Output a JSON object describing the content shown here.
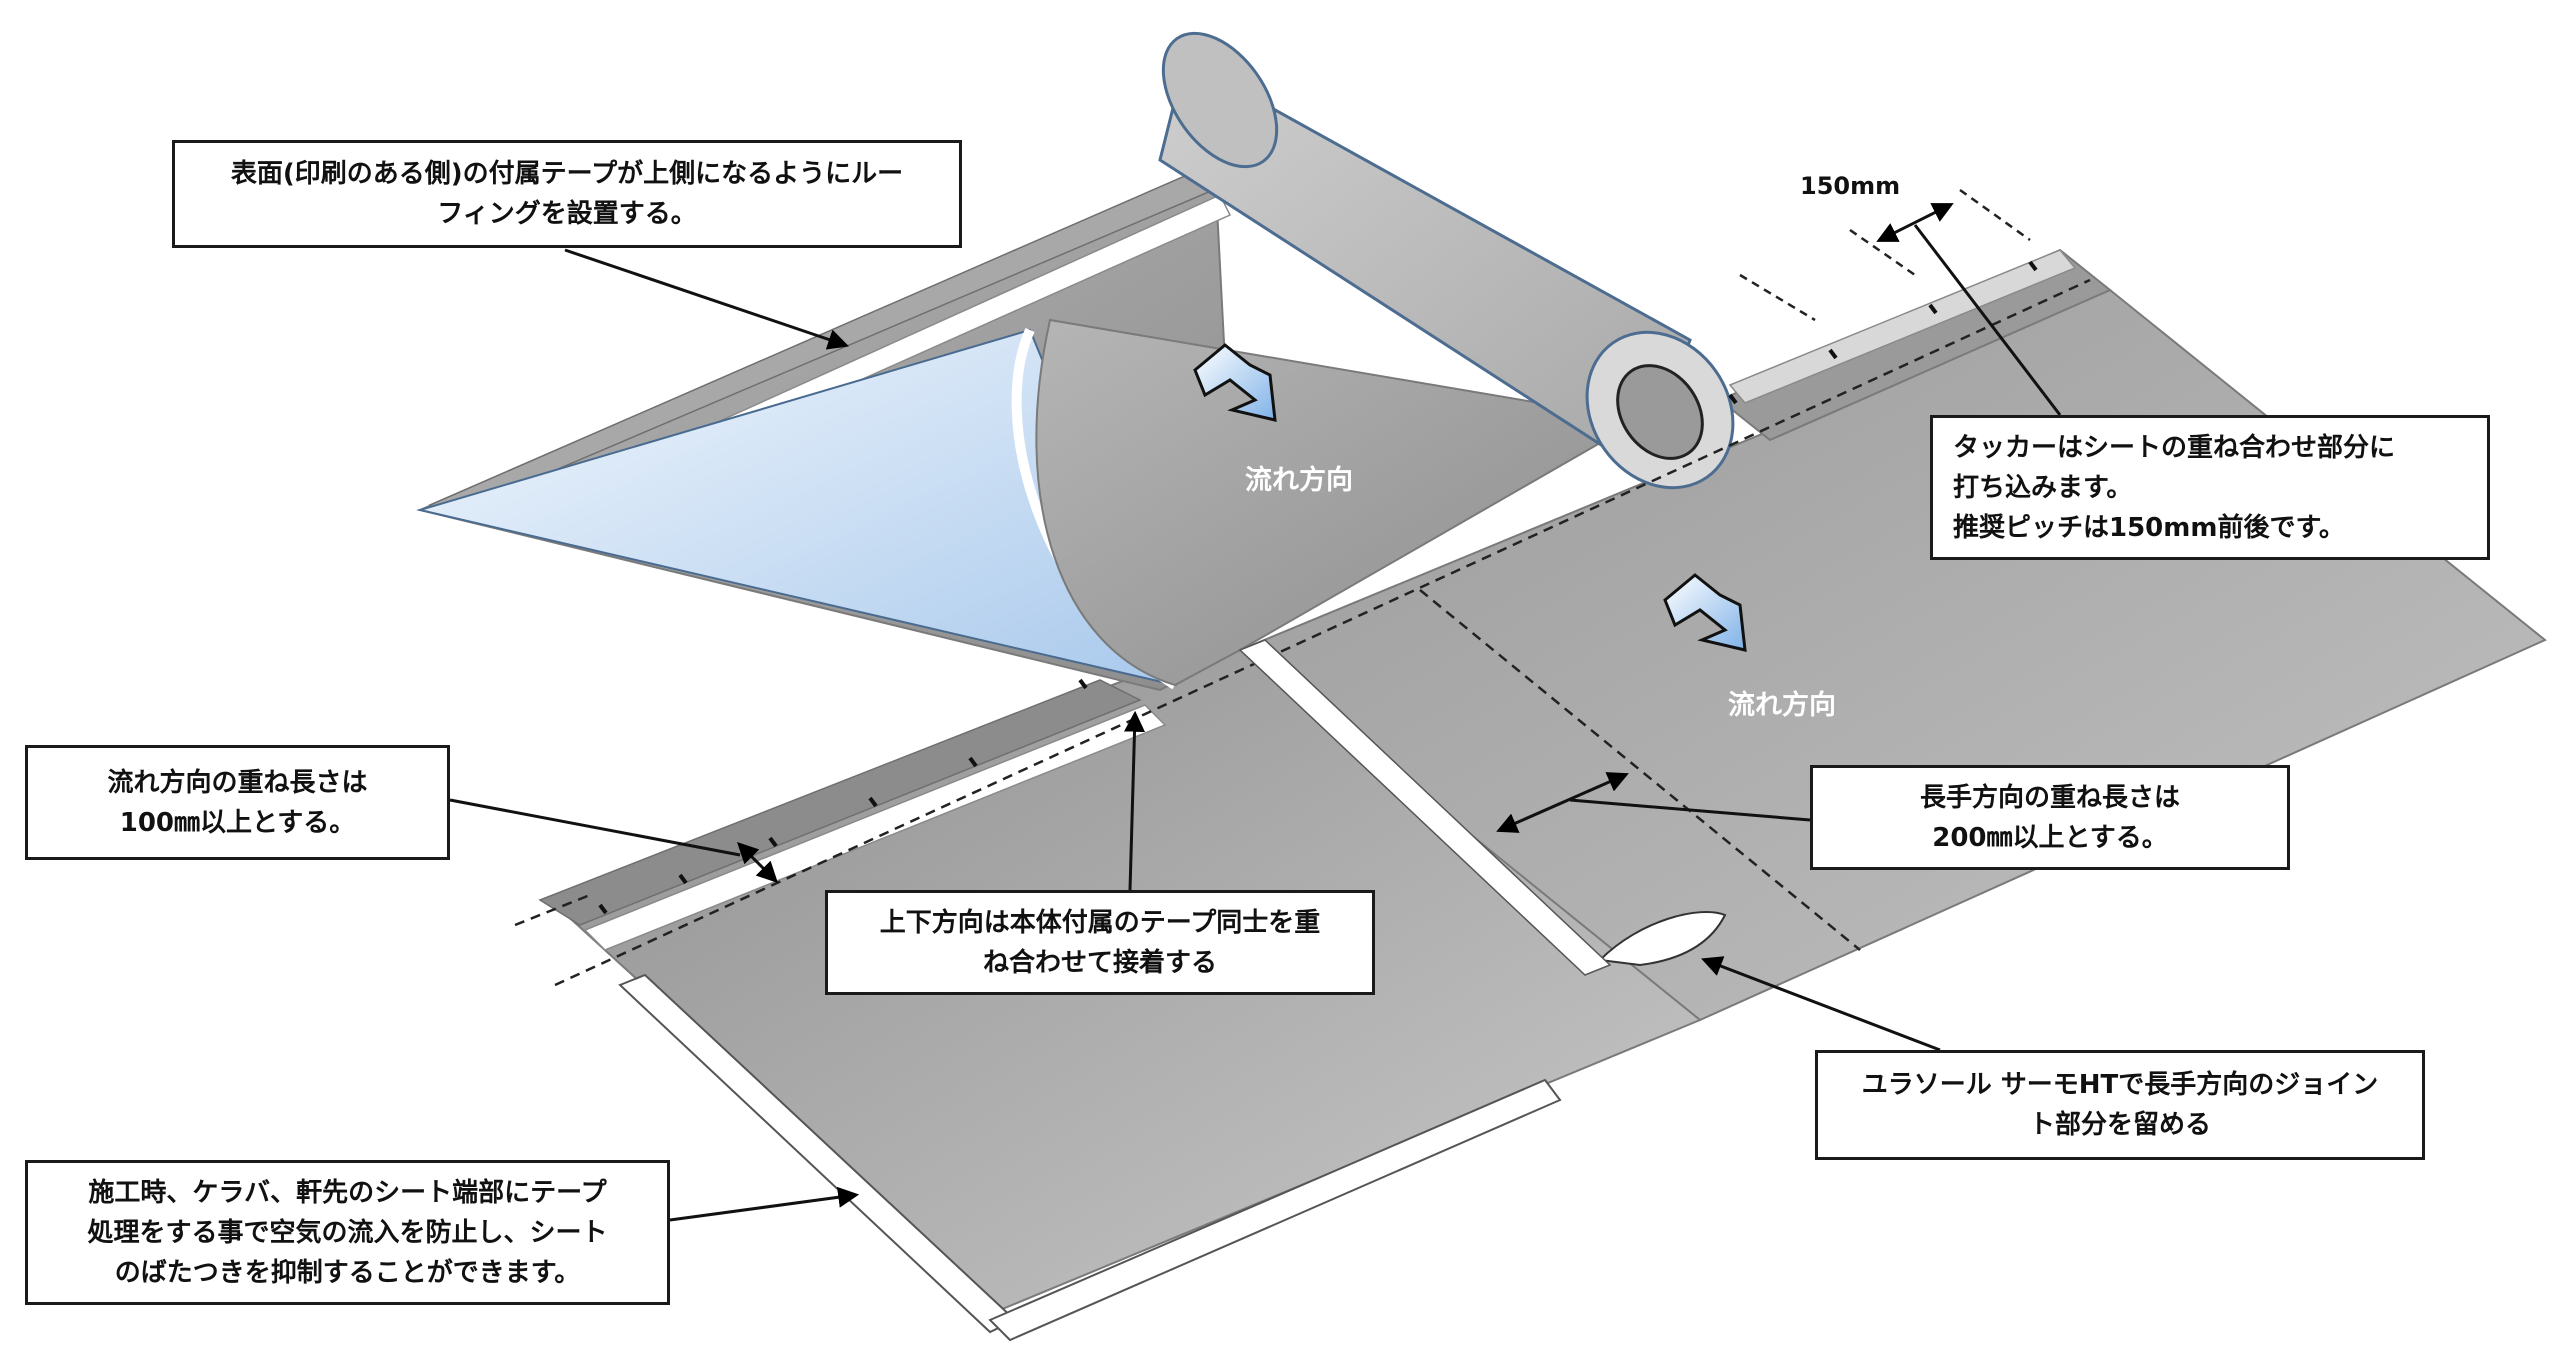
{
  "flow_direction_label": "流れ方向",
  "pitch_dimension_label": "150mm",
  "callouts": {
    "placement": [
      "表面(印刷のある側)の付属テープが上側になるようにルー",
      "フィングを設置する。"
    ],
    "tacker": [
      "タッカーはシートの重ね合わせ部分に",
      "打ち込みます。",
      "推奨ピッチは150mm前後です。"
    ],
    "flow_overlap": [
      "流れ方向の重ね長さは",
      "100㎜以上とする。"
    ],
    "long_overlap": [
      "長手方向の重ね長さは",
      "200㎜以上とする。"
    ],
    "vertical_tape": [
      "上下方向は本体付属のテープ同士を重",
      "ね合わせて接着する"
    ],
    "joint": [
      "ユラソール サーモHTで長手方向のジョイン",
      "ト部分を留める"
    ],
    "edge": [
      "施工時、ケラバ、軒先のシート端部にテープ",
      "処理をする事で空気の流入を防止し、シート",
      "のばたつきを抑制することができます。"
    ]
  }
}
